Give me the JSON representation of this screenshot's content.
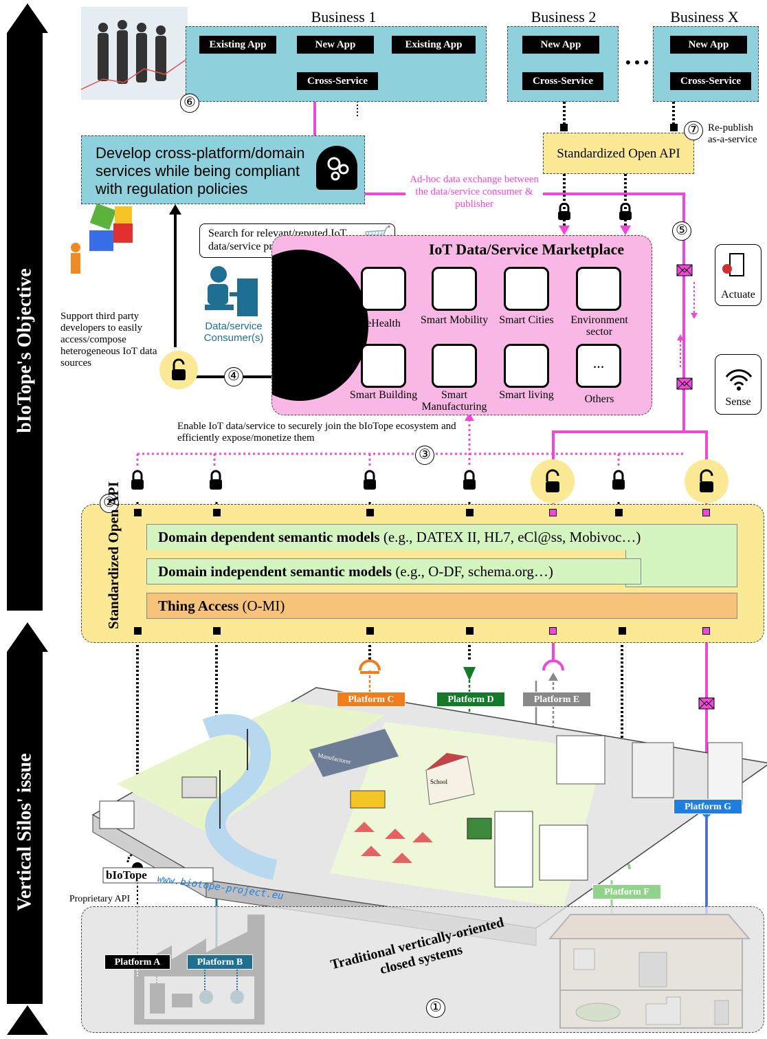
{
  "side_labels": {
    "top": "bIoTope's Objective",
    "bottom": "Vertical Silos' issue"
  },
  "businesses": {
    "b1_title": "Business 1",
    "b2_title": "Business 2",
    "bx_title": "Business X",
    "dots": "• • •",
    "b1_apps": [
      "Existing App",
      "New App",
      "Existing App"
    ],
    "b1_cross": "Cross-Service",
    "b2_app": "New App",
    "b2_cross": "Cross-Service",
    "bx_app": "New App",
    "bx_cross": "Cross-Service"
  },
  "numbers": [
    "①",
    "②",
    "③",
    "④",
    "⑤",
    "⑥",
    "⑦"
  ],
  "develop_box": "Develop cross-platform/domain services while being compliant with regulation policies",
  "republish": "Re-publish as-a-service",
  "std_api_top": "Standardized Open API",
  "adhoc": "Ad-hoc data exchange between the data/service consumer & publisher",
  "search": "Search for relevant/reputed IoT data/service providers",
  "consumer": "Data/service Consumer(s)",
  "support": "Support third party developers to easily access/compose heterogeneous IoT data sources",
  "marketplace": {
    "title": "IoT Data/Service Marketplace",
    "tiles": [
      "eHealth",
      "Smart Mobility",
      "Smart Cities",
      "Environment sector",
      "Smart Building",
      "Smart Manufacturing",
      "Smart living",
      "Others"
    ],
    "others_glyph": "..."
  },
  "actuate": "Actuate",
  "sense": "Sense",
  "enable": "Enable IoT data/service to securely join the bIoTope ecosystem and efficiently expose/monetize them",
  "std_api_main": "Standardized Open API",
  "layers": {
    "l1_bold": "Domain dependent semantic models",
    "l1_rest": " (e.g., DATEX II, HL7, eCl@ss, Mobivoc…)",
    "l2_bold": "Domain independent semantic models",
    "l2_rest": " (e.g., O-DF, schema.org…)",
    "l3_bold": "Thing Access",
    "l3_rest": " (O-MI)"
  },
  "platforms": [
    "Platform A",
    "Platform B",
    "Platform C",
    "Platform D",
    "Platform E",
    "Platform F",
    "Platform G"
  ],
  "platform_colors": {
    "A": "#000000",
    "B": "#1f6f93",
    "C": "#f07d1a",
    "D": "#137a2a",
    "E": "#888888",
    "F": "#8fd48a",
    "G": "#1e7fe0"
  },
  "proprietary": "Proprietary API",
  "city": {
    "brand": "bIoTope",
    "url": "www.biotope-project.eu",
    "manufacturer": "Manufacturer",
    "school": "School"
  },
  "traditional": "Traditional vertically-oriented closed systems",
  "colors": {
    "business_bg": "#8fd0dd",
    "marketplace_bg": "#f8b7e4",
    "api_bg": "#fbe996",
    "green_layer": "#d4f4c0",
    "orange_layer": "#f7c27a",
    "magenta": "#f047d8"
  }
}
